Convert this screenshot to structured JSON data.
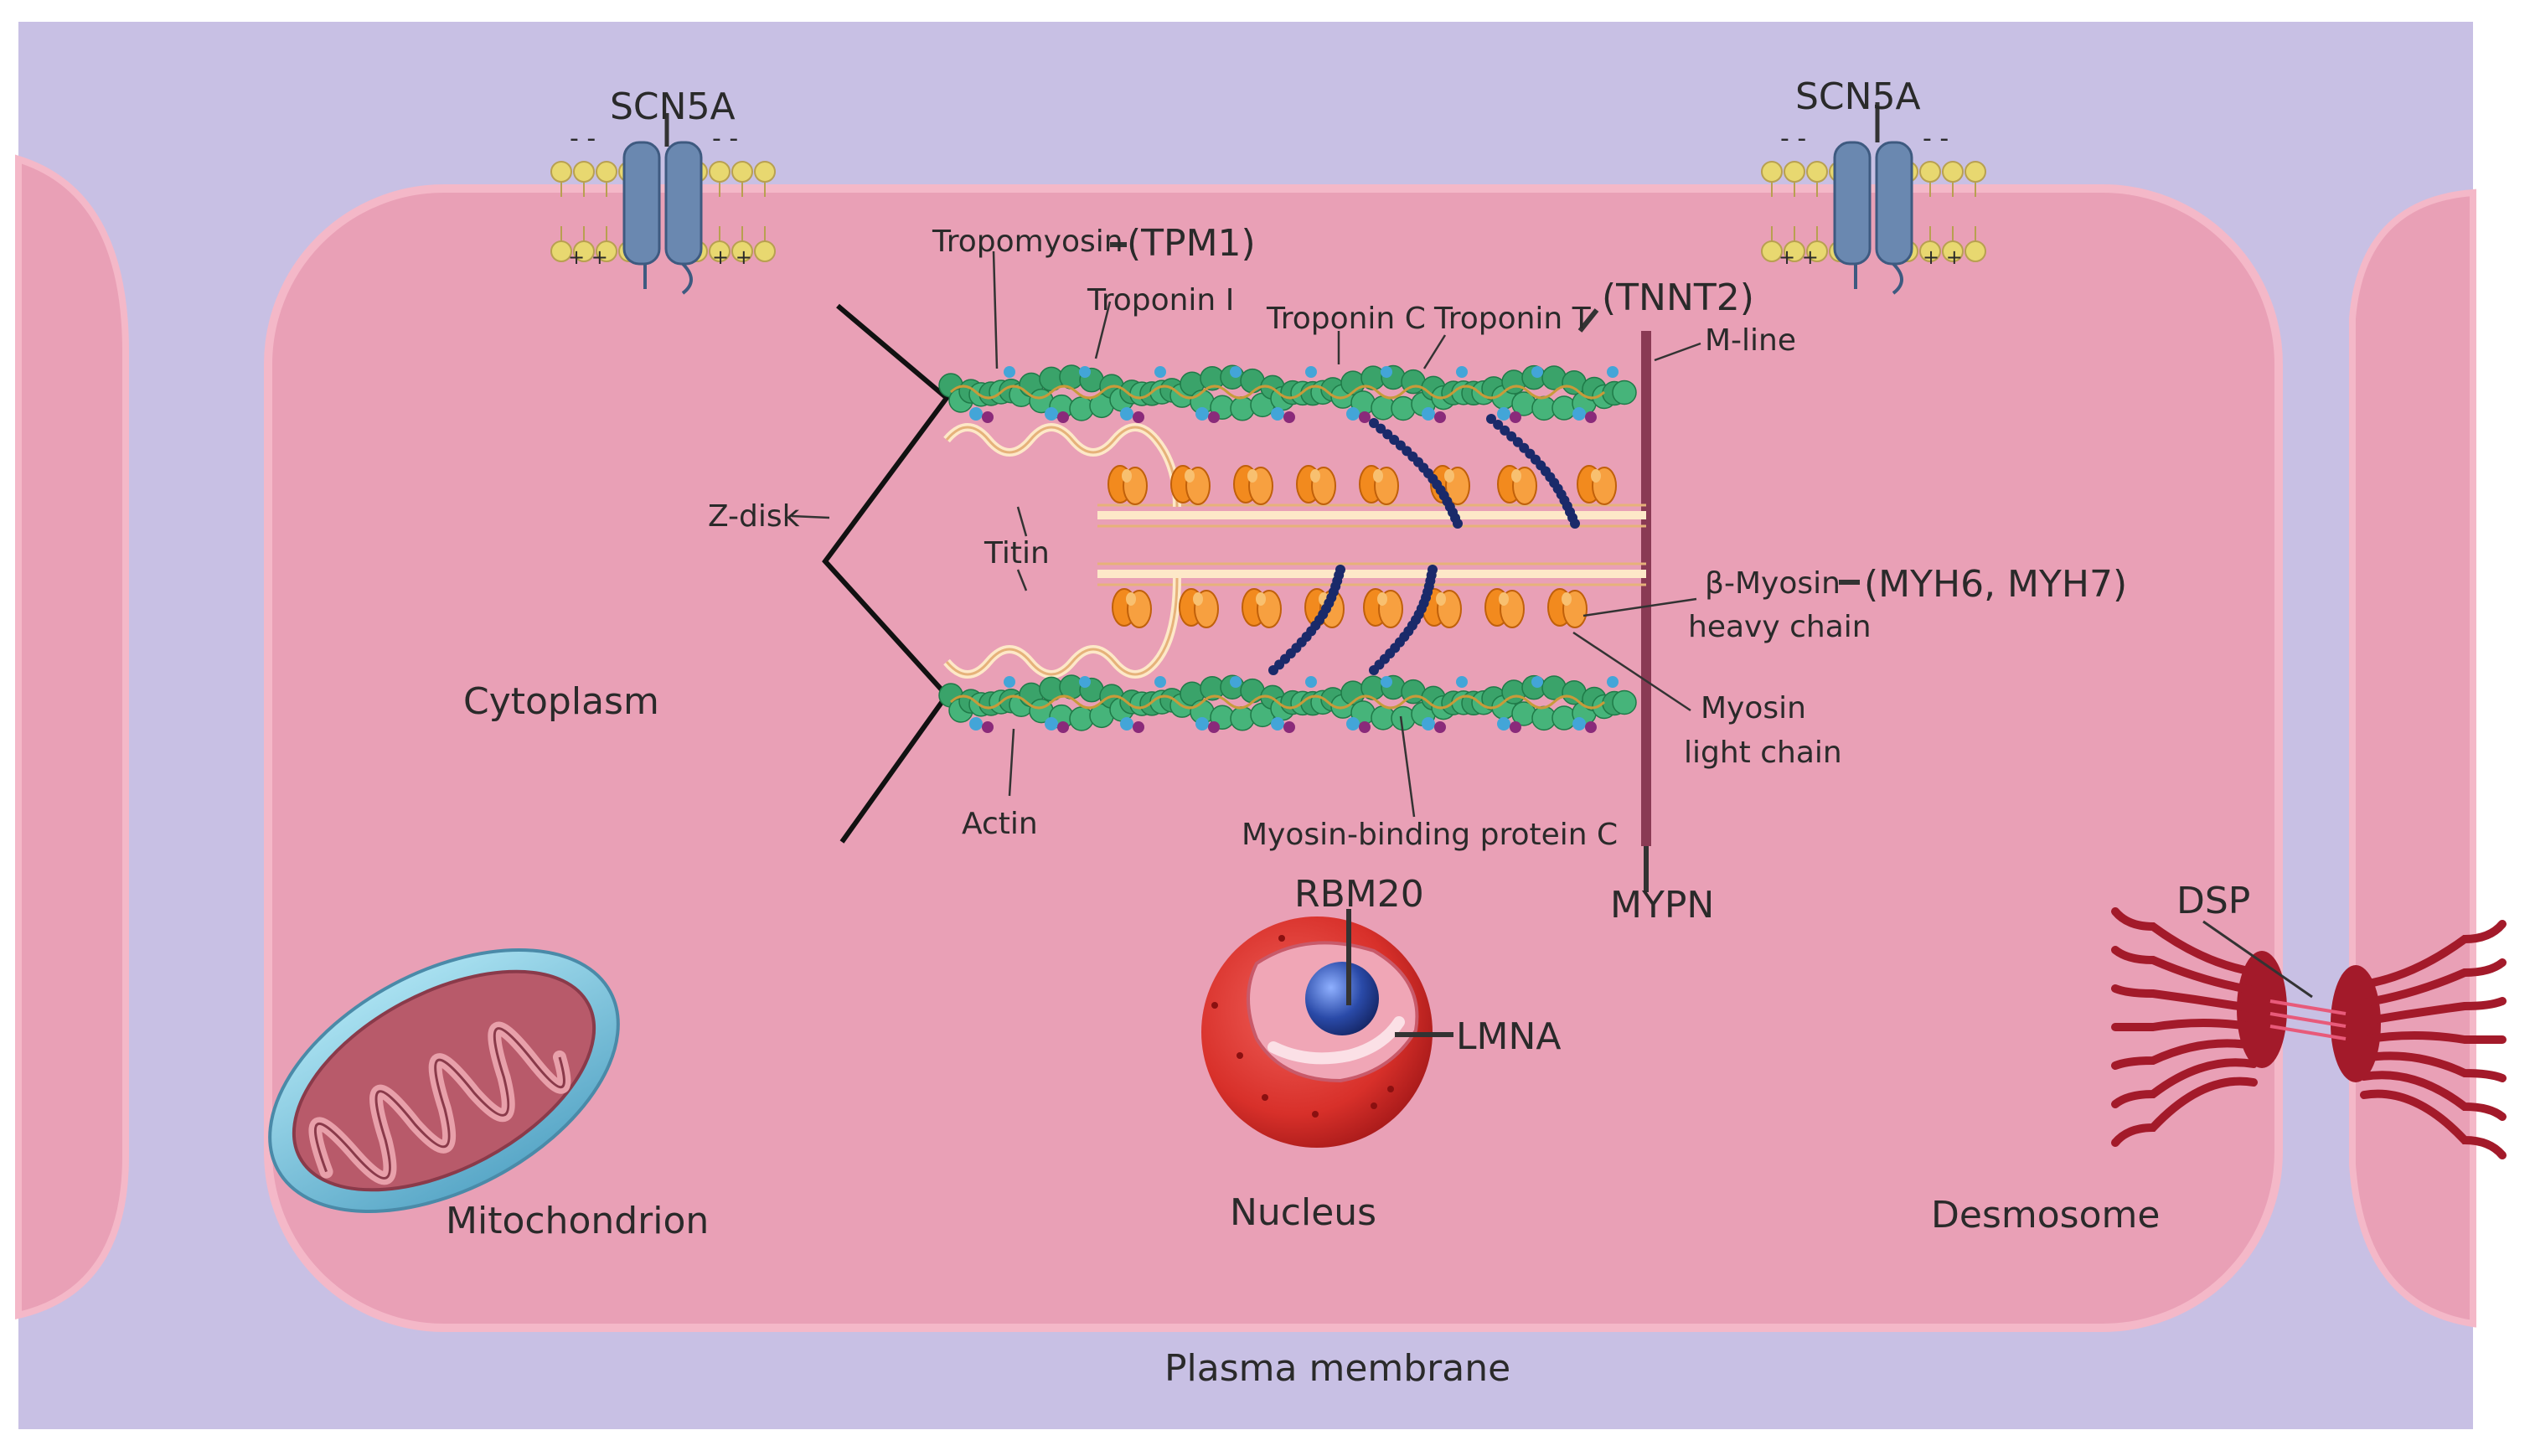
{
  "labels": {
    "scn5a_left": "SCN5A",
    "scn5a_right": "SCN5A",
    "tropomyosin": "Tropomyosin",
    "tpm1": "(TPM1)",
    "troponin_i": "Troponin I",
    "troponin_c": "Troponin C",
    "troponin_t": "Troponin T",
    "tnnt2": "(TNNT2)",
    "m_line": "M-line",
    "z_disk": "Z-disk",
    "titin": "Titin",
    "beta_myosin": "β-Myosin",
    "heavy_chain": "heavy chain",
    "myh": "(MYH6, MYH7)",
    "myosin": "Myosin",
    "light_chain": "light chain",
    "cytoplasm": "Cytoplasm",
    "actin": "Actin",
    "mybpc": "Myosin-binding protein C",
    "mypn": "MYPN",
    "rbm20": "RBM20",
    "lmna": "LMNA",
    "dsp": "DSP",
    "mitochondrion": "Mitochondrion",
    "nucleus": "Nucleus",
    "desmosome": "Desmosome",
    "plasma_membrane": "Plasma membrane"
  },
  "colors": {
    "background": "#c8c0e4",
    "cell_fill": "#e9a0b6",
    "cell_border": "#f4b8c8",
    "actin_bead": "#3aa36a",
    "myosin_head": "#f28a1e",
    "mybpc_dots": "#1a2a6a",
    "m_line": "#8a3a54",
    "desmosome": "#a31a2a",
    "nucleus_outer": "#d8302a",
    "nucleolus": "#2a4aa8",
    "mito_outer": "#7ec8e0",
    "mito_inner": "#c86a7a",
    "channel": "#6a88b0",
    "lipid_head": "#e8d870"
  }
}
